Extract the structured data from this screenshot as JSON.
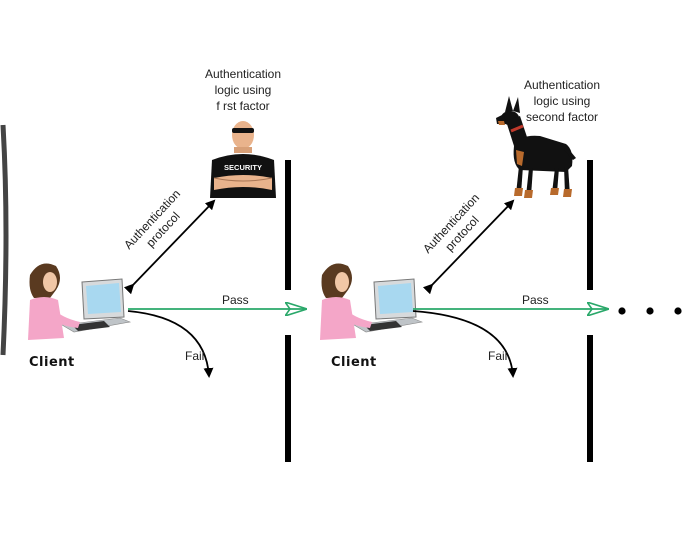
{
  "left_stage": {
    "auth_label": [
      "Authentication",
      "logic using",
      "f rst factor"
    ],
    "protocol_label": [
      "Authentication",
      "protocol"
    ],
    "pass_label": "Pass",
    "fail_label": "Fail",
    "client_label": "Client",
    "guard_shirt_text": "SECURITY"
  },
  "right_stage": {
    "auth_label": [
      "Authentication",
      "logic using",
      "second factor"
    ],
    "protocol_label": [
      "Authentication",
      "protocol"
    ],
    "pass_label": "Pass",
    "fail_label": "Fail",
    "client_label": "Client"
  },
  "colors": {
    "pass_arrow": "#2aa86a",
    "wall": "#000000",
    "shirt": "#f4a6c8",
    "hair": "#5a3a20"
  }
}
